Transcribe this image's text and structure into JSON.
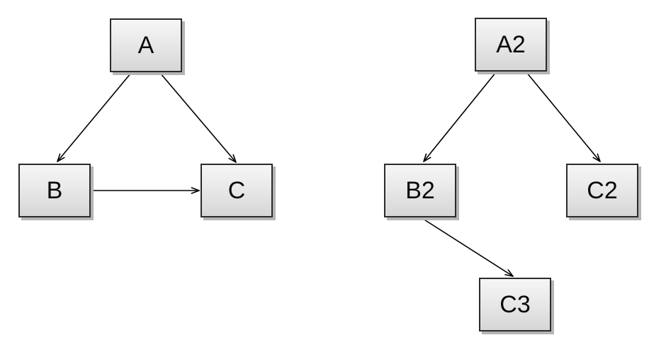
{
  "diagram": {
    "graphs": [
      {
        "name": "left-graph",
        "nodes": [
          {
            "id": "A",
            "label": "A"
          },
          {
            "id": "B",
            "label": "B"
          },
          {
            "id": "C",
            "label": "C"
          }
        ],
        "edges": [
          {
            "from": "A",
            "to": "B",
            "arrow": "target"
          },
          {
            "from": "A",
            "to": "C",
            "arrow": "target"
          },
          {
            "from": "B",
            "to": "C",
            "arrow": "target"
          }
        ]
      },
      {
        "name": "right-graph",
        "nodes": [
          {
            "id": "A2",
            "label": "A2"
          },
          {
            "id": "B2",
            "label": "B2"
          },
          {
            "id": "C2",
            "label": "C2"
          },
          {
            "id": "C3",
            "label": "C3"
          }
        ],
        "edges": [
          {
            "from": "A2",
            "to": "B2",
            "arrow": "target"
          },
          {
            "from": "A2",
            "to": "C2",
            "arrow": "target"
          },
          {
            "from": "B2",
            "to": "C3",
            "arrow": "target"
          }
        ]
      }
    ],
    "colors": {
      "background": "#ffffff",
      "node_fill_top": "#f6f6f6",
      "node_fill_bottom": "#d6d6d6",
      "node_border": "#2b2b2b",
      "node_shadow": "#b5b5b5",
      "edge_stroke": "#000000",
      "label_color": "#0a0a0a"
    }
  }
}
